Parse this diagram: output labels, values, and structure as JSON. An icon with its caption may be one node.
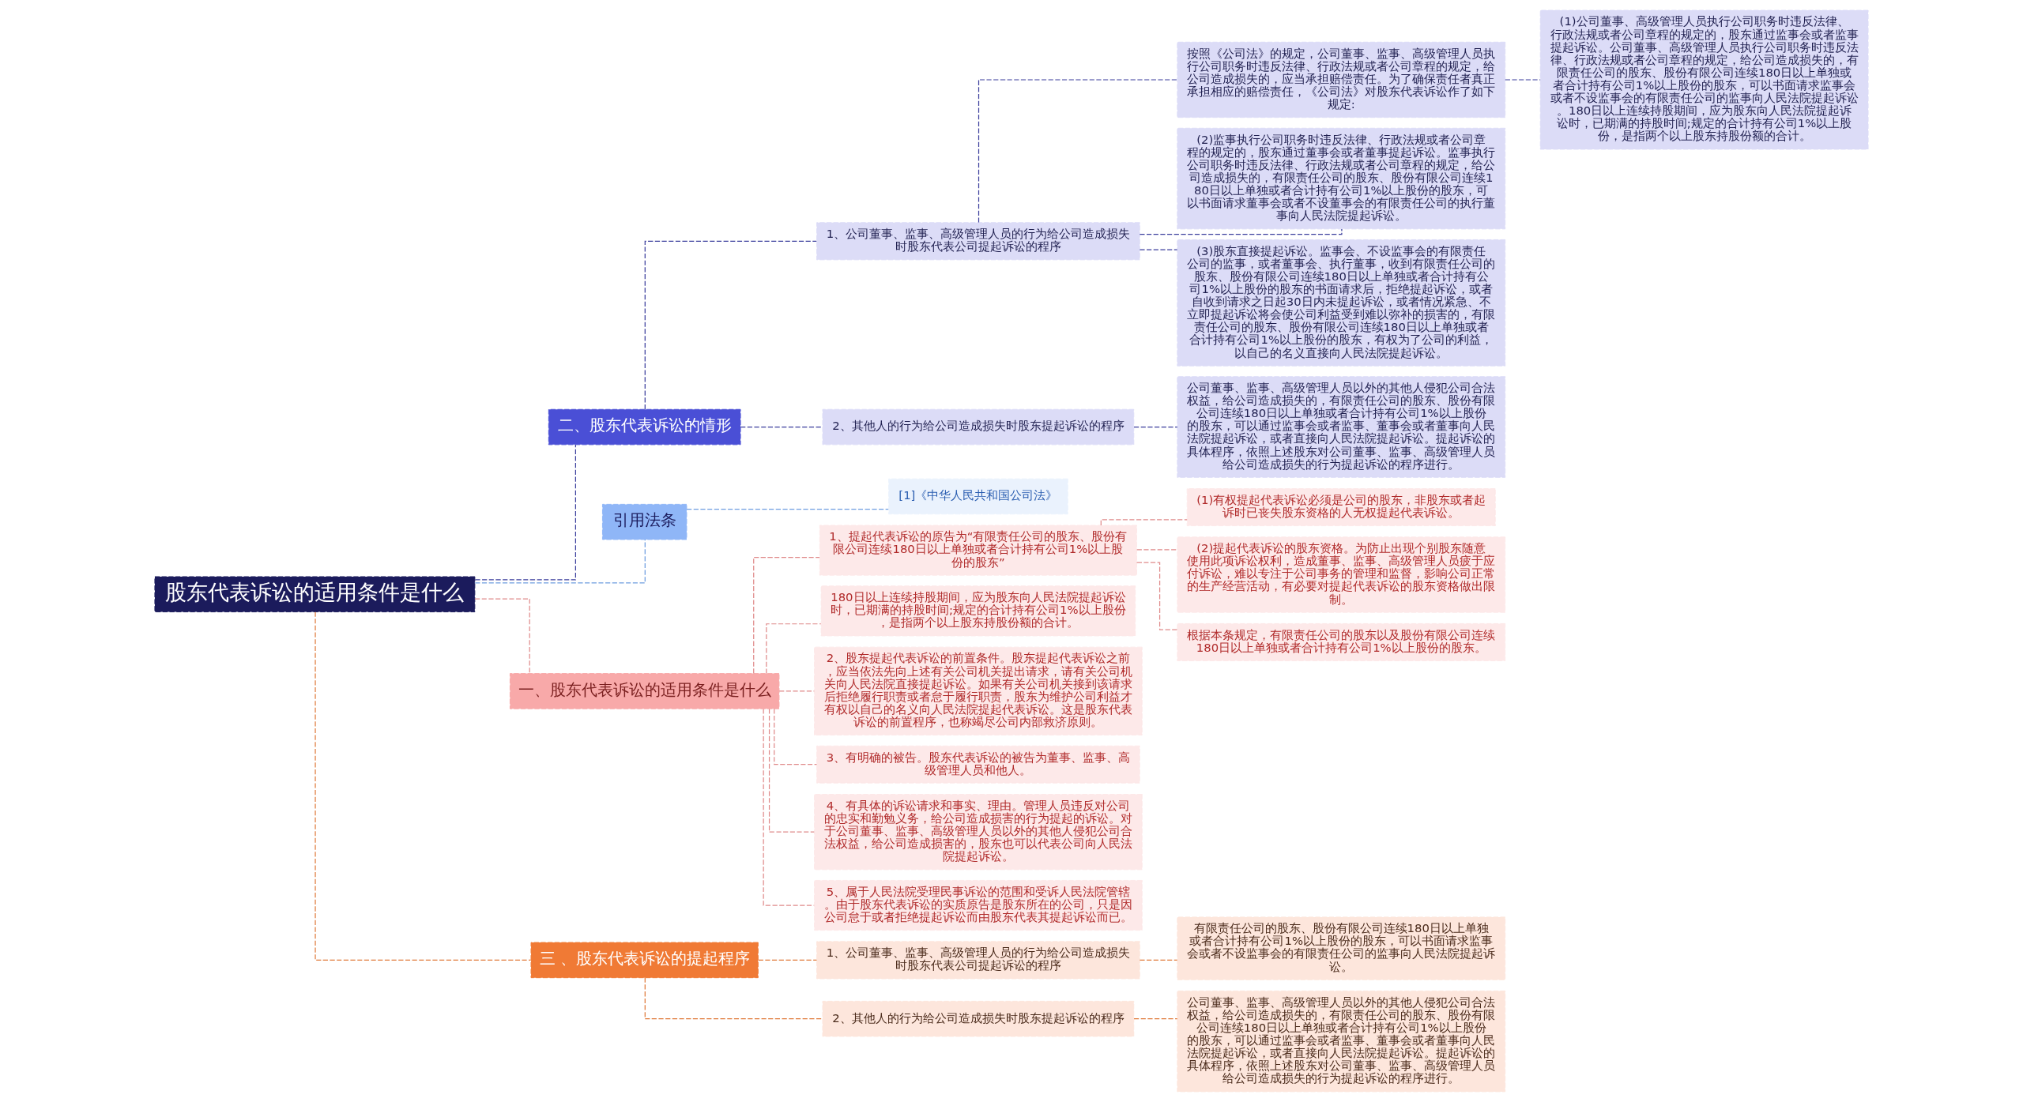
{
  "diagram": {
    "nodes": [
      {
        "text": [
          "股东代表诉讼的适用条件是什么"
        ]
      },
      {
        "text": [
          "二、股东代表诉讼的情形"
        ]
      },
      {
        "text": [
          "1、公司董事、监事、高级管理人员的行为给公司造成损失时股东代表公司提起诉讼的程序"
        ]
      },
      {
        "text": [
          "按照《公司法》的规定，公司董事、监事、高级管理人员执行公司职务时违反法律、行政法规或者公司章程的规定，给公司造成损失的，应当承担赔偿责任。为了确保责任者真正承担相应的赔偿责任，《公司法》对股东代表诉讼作了如下规定:"
        ]
      },
      {
        "text": [
          "(1)公司董事、高级管理人员执行公司职务时违反法律、行政法规或者公司章程的规定的，股东通过监事会或者监事提起诉讼。公司董事、高级管理人员执行公司职务时违反法律、行政法规或者公司章程的规定，给公司造成损失的，有限责任公司的股东、股份有限公司连续180日以上单独或者合计持有公司1%以上股份的股东，可以书面请求监事会或者不设监事会的有限责任公司的监事向人民法院提起诉讼。180日以上连续持股期间，应为股东向人民法院提起诉讼时，已期满的持股时间;规定的合计持有公司1%以上股份，是指两个以上股东持股份额的合计。"
        ]
      },
      {
        "text": [
          "(2)监事执行公司职务时违反法律、行政法规或者公司章程的规定的，股东通过董事会或者董事提起诉讼。监事执行公司职务时违反法律、行政法规或者公司章程的规定，给公司造成损失的，有限责任公司的股东、股份有限公司连续180日以上单独或者合计持有公司1%以上股份的股东，可以书面请求董事会或者不设董事会的有限责任公司的执行董事向人民法院提起诉讼。"
        ]
      },
      {
        "text": [
          "(3)股东直接提起诉讼。监事会、不设监事会的有限责任公司的监事，或者董事会、执行董事，收到有限责任公司的股东、股份有限公司连续180日以上单独或者合计持有公司1%以上股份的股东的书面请求后，拒绝提起诉讼，或者自收到请求之日起30日内未提起诉讼，或者情况紧急、不立即提起诉讼将会使公司利益受到难以弥补的损害的，有限责任公司的股东、股份有限公司连续180日以上单独或者合计持有公司1%以上股份的股东，有权为了公司的利益，以自己的名义直接向人民法院提起诉讼。"
        ]
      },
      {
        "text": [
          "2、其他人的行为给公司造成损失时股东提起诉讼的程序"
        ]
      },
      {
        "text": [
          "公司董事、监事、高级管理人员以外的其他人侵犯公司合法权益，给公司造成损失的，有限责任公司的股东、股份有限公司连续180日以上单独或者合计持有公司1%以上股份的股东，可以通过监事会或者监事、董事会或者董事向人民法院提起诉讼，或者直接向人民法院提起诉讼。提起诉讼的具体程序，依照上述股东对公司董事、监事、高级管理人员给公司造成损失的行为提起诉讼的程序进行。"
        ]
      },
      {
        "text": [
          "引用法条"
        ]
      },
      {
        "text": [
          "[1]《中华人民共和国公司法》"
        ]
      },
      {
        "text": [
          "一、股东代表诉讼的适用条件是什么"
        ]
      },
      {
        "text": [
          "1、提起代表诉讼的原告为“有限责任公司的股东、股份有限公司连续180日以上单独或者合计持有公司1%以上股份的股东”"
        ]
      },
      {
        "text": [
          "(1)有权提起代表诉讼必须是公司的股东，非股东或者起诉时已丧失股东资格的人无权提起代表诉讼。"
        ]
      },
      {
        "text": [
          "(2)提起代表诉讼的股东资格。为防止出现个别股东随意使用此项诉讼权利，造成董事、监事、高级管理人员疲于应付诉讼，难以专注于公司事务的管理和监督，影响公司正常的生产经营活动，有必要对提起代表诉讼的股东资格做出限制。"
        ]
      },
      {
        "text": [
          "根据本条规定，有限责任公司的股东以及股份有限公司连续180日以上单独或者合计持有公司1%以上股份的股东。"
        ]
      },
      {
        "text": [
          "180日以上连续持股期间，应为股东向人民法院提起诉讼时，已期满的持股时间;规定的合计持有公司1%以上股份，是指两个以上股东持股份额的合计。"
        ]
      },
      {
        "text": [
          "2、股东提起代表诉讼的前置条件。股东提起代表诉讼之前，应当依法先向上述有关公司机关提出请求，请有关公司机关向人民法院直接提起诉讼。如果有关公司机关接到该请求后拒绝履行职责或者怠于履行职责，股东为维护公司利益才有权以自己的名义向人民法院提起代表诉讼。这是股东代表诉讼的前置程序，也称竭尽公司内部救济原则。"
        ]
      },
      {
        "text": [
          "3、有明确的被告。股东代表诉讼的被告为董事、监事、高级管理人员和他人。"
        ]
      },
      {
        "text": [
          "4、有具体的诉讼请求和事实、理由。管理人员违反对公司的忠实和勤勉义务，给公司造成损害的行为提起的诉讼。对于公司董事、监事、高级管理人员以外的其他人侵犯公司合法权益，给公司造成损害的，股东也可以代表公司向人民法院提起诉讼。"
        ]
      },
      {
        "text": [
          "5、属于人民法院受理民事诉讼的范围和受诉人民法院管辖。由于股东代表诉讼的实质原告是股东所在的公司，只是因公司怠于或者拒绝提起诉讼而由股东代表其提起诉讼而已。"
        ]
      },
      {
        "text": [
          "三 、股东代表诉讼的提起程序"
        ]
      },
      {
        "text": [
          "1、公司董事、监事、高级管理人员的行为给公司造成损失时股东代表公司提起诉讼的程序"
        ]
      },
      {
        "text": [
          "有限责任公司的股东、股份有限公司连续180日以上单独或者合计持有公司1%以上股份的股东，可以书面请求监事会或者不设监事会的有限责任公司的监事向人民法院提起诉讼。"
        ]
      },
      {
        "text": [
          "2、其他人的行为给公司造成损失时股东提起诉讼的程序"
        ]
      },
      {
        "text": [
          "公司董事、监事、高级管理人员以外的其他人侵犯公司合法权益，给公司造成损失的，有限责任公司的股东、股份有限公司连续180日以上单独或者合计持有公司1%以上股份的股东，可以通过监事会或者监事、董事会或者董事向人民法院提起诉讼，或者直接向人民法院提起诉讼。提起诉讼的具体程序，依照上述股东对公司董事、监事、高级管理人员给公司造成损失的行为提起诉讼的程序进行。"
        ]
      }
    ],
    "edges": [
      {
        "from": 0,
        "to": 1,
        "arrow": "none",
        "style": "dashed",
        "color": "#3a3d9c"
      },
      {
        "from": 1,
        "to": 2,
        "arrow": "none",
        "style": "dashed",
        "color": "#3a3d9c"
      },
      {
        "from": 2,
        "to": 3,
        "arrow": "none",
        "style": "dashed",
        "color": "#3a3d9c"
      },
      {
        "from": 3,
        "to": 4,
        "arrow": "none",
        "style": "dashed",
        "color": "#3a3d9c"
      },
      {
        "from": 2,
        "to": 5,
        "arrow": "none",
        "style": "dashed",
        "color": "#3a3d9c"
      },
      {
        "from": 2,
        "to": 6,
        "arrow": "none",
        "style": "dashed",
        "color": "#3a3d9c"
      },
      {
        "from": 1,
        "to": 7,
        "arrow": "none",
        "style": "dashed",
        "color": "#3a3d9c"
      },
      {
        "from": 7,
        "to": 8,
        "arrow": "none",
        "style": "dashed",
        "color": "#3a3d9c"
      },
      {
        "from": 0,
        "to": 9,
        "arrow": "none",
        "style": "dashed",
        "color": "#6e9de0"
      },
      {
        "from": 9,
        "to": 10,
        "arrow": "none",
        "style": "dashed",
        "color": "#6e9de0"
      },
      {
        "from": 0,
        "to": 11,
        "arrow": "none",
        "style": "dashed",
        "color": "#e08a8a"
      },
      {
        "from": 11,
        "to": 12,
        "arrow": "none",
        "style": "dashed",
        "color": "#e08a8a"
      },
      {
        "from": 12,
        "to": 13,
        "arrow": "none",
        "style": "dashed",
        "color": "#e08a8a"
      },
      {
        "from": 12,
        "to": 14,
        "arrow": "none",
        "style": "dashed",
        "color": "#e08a8a"
      },
      {
        "from": 12,
        "to": 15,
        "arrow": "none",
        "style": "dashed",
        "color": "#e08a8a"
      },
      {
        "from": 11,
        "to": 16,
        "arrow": "none",
        "style": "dashed",
        "color": "#e08a8a"
      },
      {
        "from": 11,
        "to": 17,
        "arrow": "none",
        "style": "dashed",
        "color": "#e08a8a"
      },
      {
        "from": 11,
        "to": 18,
        "arrow": "none",
        "style": "dashed",
        "color": "#e08a8a"
      },
      {
        "from": 11,
        "to": 19,
        "arrow": "none",
        "style": "dashed",
        "color": "#e08a8a"
      },
      {
        "from": 11,
        "to": 20,
        "arrow": "none",
        "style": "dashed",
        "color": "#e08a8a"
      },
      {
        "from": 0,
        "to": 21,
        "arrow": "none",
        "style": "dashed",
        "color": "#e07a3a"
      },
      {
        "from": 21,
        "to": 22,
        "arrow": "none",
        "style": "dashed",
        "color": "#e07a3a"
      },
      {
        "from": 22,
        "to": 23,
        "arrow": "none",
        "style": "dashed",
        "color": "#e07a3a"
      },
      {
        "from": 21,
        "to": 24,
        "arrow": "none",
        "style": "dashed",
        "color": "#e07a3a"
      },
      {
        "from": 24,
        "to": 25,
        "arrow": "none",
        "style": "dashed",
        "color": "#e07a3a"
      }
    ]
  }
}
